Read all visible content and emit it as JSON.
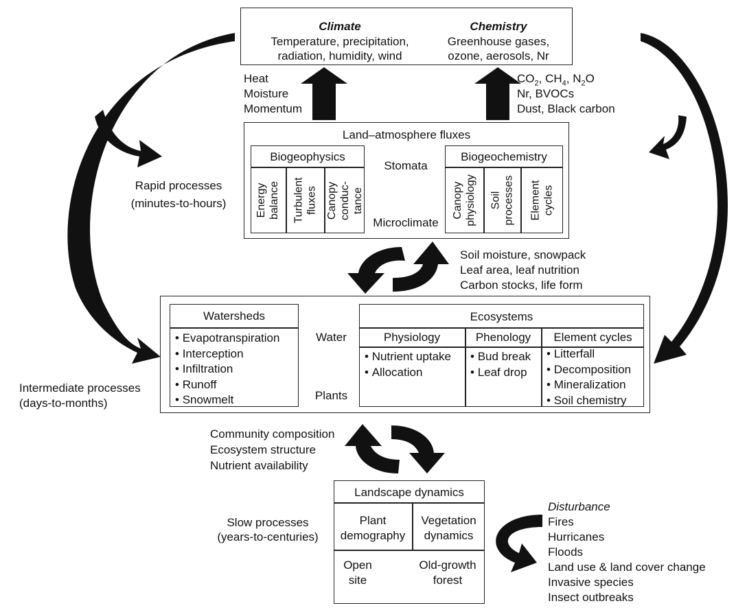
{
  "atmosphere": {
    "climate_title": "Climate",
    "climate_lines": [
      "Temperature, precipitation,",
      "radiation, humidity, wind"
    ],
    "chemistry_title": "Chemistry",
    "chemistry_lines": [
      "Greenhouse gases,",
      "ozone, aerosols, Nr"
    ]
  },
  "upward_fluxes": {
    "physical": [
      "Heat",
      "Moisture",
      "Momentum"
    ],
    "chemical_nr": "Nr, BVOCs",
    "chemical_dust": "Dust, Black carbon"
  },
  "land_atmosphere": {
    "title": "Land–atmosphere fluxes",
    "biogeophysics": {
      "title": "Biogeophysics",
      "cells": [
        "Energy balance",
        "Turbulent fluxes",
        "Canopy conduc-tance"
      ]
    },
    "biogeochemistry": {
      "title": "Biogeochemistry",
      "cells": [
        "Canopy physiology",
        "Soil processes",
        "Element cycles"
      ]
    },
    "link_top": "Stomata",
    "link_bottom": "Microclimate"
  },
  "rapid_processes": [
    "Rapid processes",
    "(minutes-to-hours)"
  ],
  "state_variables": [
    "Soil moisture, snowpack",
    "Leaf area, leaf nutrition",
    "Carbon stocks, life form"
  ],
  "middle": {
    "watersheds": {
      "title": "Watersheds",
      "items": [
        "Evapotranspiration",
        "Interception",
        "Infiltration",
        "Runoff",
        "Snowmelt"
      ]
    },
    "link_top": "Water",
    "link_bottom": "Plants",
    "ecosystems": {
      "title": "Ecosystems",
      "physiology": {
        "title": "Physiology",
        "items": [
          "Nutrient uptake",
          "Allocation"
        ]
      },
      "phenology": {
        "title": "Phenology",
        "items": [
          "Bud break",
          "Leaf drop"
        ]
      },
      "element_cycles": {
        "title": "Element cycles",
        "items": [
          "Litterfall",
          "Decomposition",
          "Mineralization",
          "Soil chemistry"
        ]
      }
    }
  },
  "intermediate_processes": [
    "Intermediate processes",
    "(days-to-months)"
  ],
  "community": [
    "Community composition",
    "Ecosystem structure",
    "Nutrient availability"
  ],
  "slow_processes": [
    "Slow processes",
    "(years-to-centuries)"
  ],
  "landscape": {
    "title": "Landscape dynamics",
    "plant_demography": [
      "Plant",
      "demography"
    ],
    "vegetation_dynamics": [
      "Vegetation",
      "dynamics"
    ],
    "open_site": [
      "Open",
      "site"
    ],
    "old_growth": [
      "Old-growth",
      "forest"
    ]
  },
  "disturbance": {
    "title": "Disturbance",
    "items": [
      "Fires",
      "Hurricanes",
      "Floods",
      "Land use & land cover change",
      "Invasive species",
      "Insect outbreaks"
    ]
  }
}
